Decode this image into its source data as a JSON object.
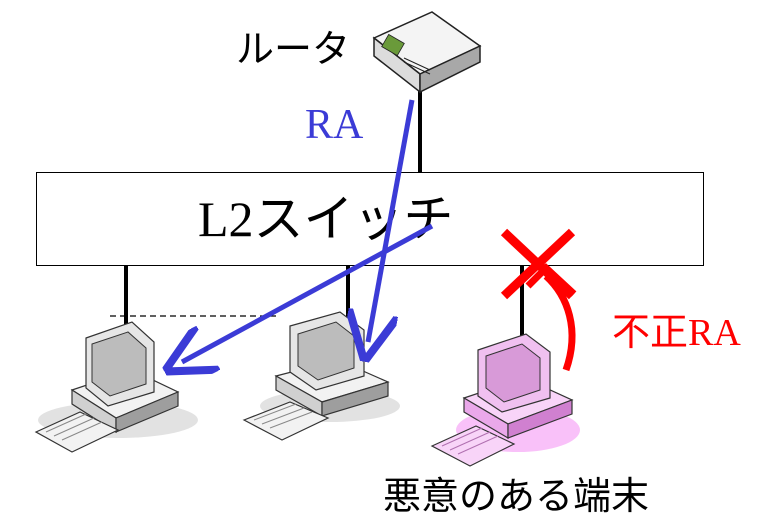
{
  "router": {
    "label": "ルータ"
  },
  "switch": {
    "label": "L2スイッチ"
  },
  "ra": {
    "label": "RA",
    "color": "#3b3bd6"
  },
  "rogue_ra": {
    "label": "不正RA",
    "color": "#ff0000"
  },
  "malicious_host": {
    "label": "悪意のある端末",
    "color": "#ee88ee"
  },
  "colors": {
    "host_body": "#e8e8e8",
    "host_shadow": "#9a9a9a",
    "cable": "#000000"
  }
}
